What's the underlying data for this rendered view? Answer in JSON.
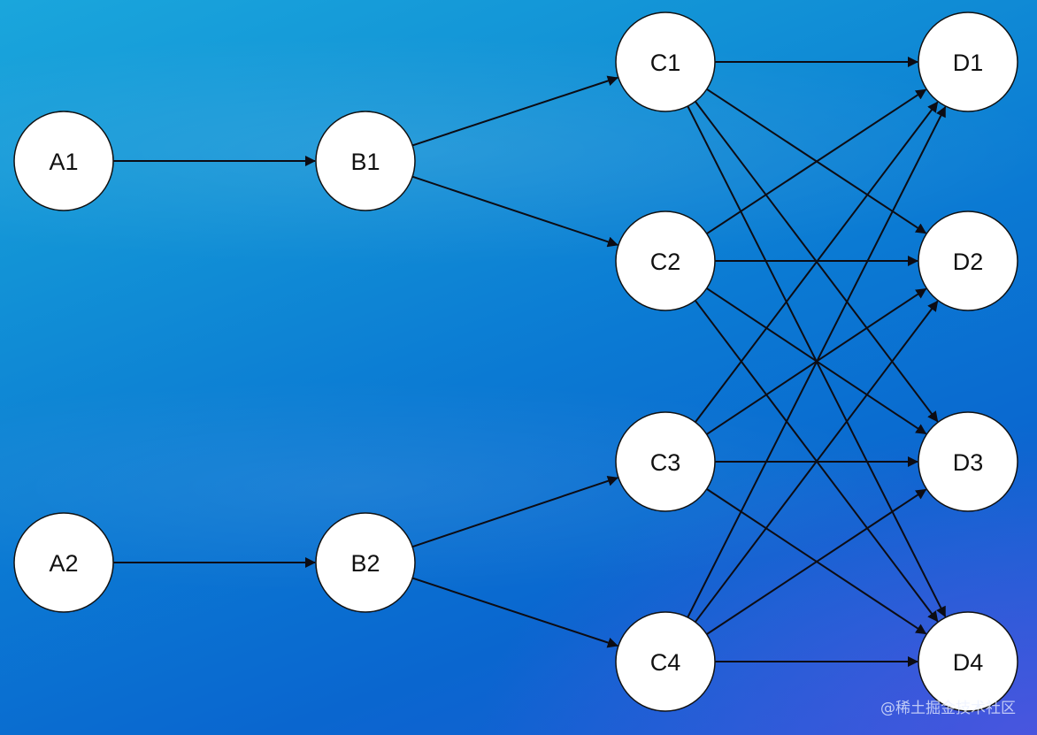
{
  "diagram": {
    "nodes": [
      {
        "id": "A1",
        "label": "A1"
      },
      {
        "id": "A2",
        "label": "A2"
      },
      {
        "id": "B1",
        "label": "B1"
      },
      {
        "id": "B2",
        "label": "B2"
      },
      {
        "id": "C1",
        "label": "C1"
      },
      {
        "id": "C2",
        "label": "C2"
      },
      {
        "id": "C3",
        "label": "C3"
      },
      {
        "id": "C4",
        "label": "C4"
      },
      {
        "id": "D1",
        "label": "D1"
      },
      {
        "id": "D2",
        "label": "D2"
      },
      {
        "id": "D3",
        "label": "D3"
      },
      {
        "id": "D4",
        "label": "D4"
      }
    ],
    "edges": [
      {
        "from": "A1",
        "to": "B1"
      },
      {
        "from": "A2",
        "to": "B2"
      },
      {
        "from": "B1",
        "to": "C1"
      },
      {
        "from": "B1",
        "to": "C2"
      },
      {
        "from": "B2",
        "to": "C3"
      },
      {
        "from": "B2",
        "to": "C4"
      },
      {
        "from": "C1",
        "to": "D1"
      },
      {
        "from": "C1",
        "to": "D2"
      },
      {
        "from": "C1",
        "to": "D3"
      },
      {
        "from": "C1",
        "to": "D4"
      },
      {
        "from": "C2",
        "to": "D1"
      },
      {
        "from": "C2",
        "to": "D2"
      },
      {
        "from": "C2",
        "to": "D3"
      },
      {
        "from": "C2",
        "to": "D4"
      },
      {
        "from": "C3",
        "to": "D1"
      },
      {
        "from": "C3",
        "to": "D2"
      },
      {
        "from": "C3",
        "to": "D3"
      },
      {
        "from": "C3",
        "to": "D4"
      },
      {
        "from": "C4",
        "to": "D1"
      },
      {
        "from": "C4",
        "to": "D2"
      },
      {
        "from": "C4",
        "to": "D3"
      },
      {
        "from": "C4",
        "to": "D4"
      }
    ]
  },
  "watermark": "@稀土掘金技术社区",
  "colors": {
    "node_fill": "#ffffff",
    "edge": "#0c0c14",
    "background_top": "#1aa6dc",
    "background_bottom": "#0a66cf"
  }
}
